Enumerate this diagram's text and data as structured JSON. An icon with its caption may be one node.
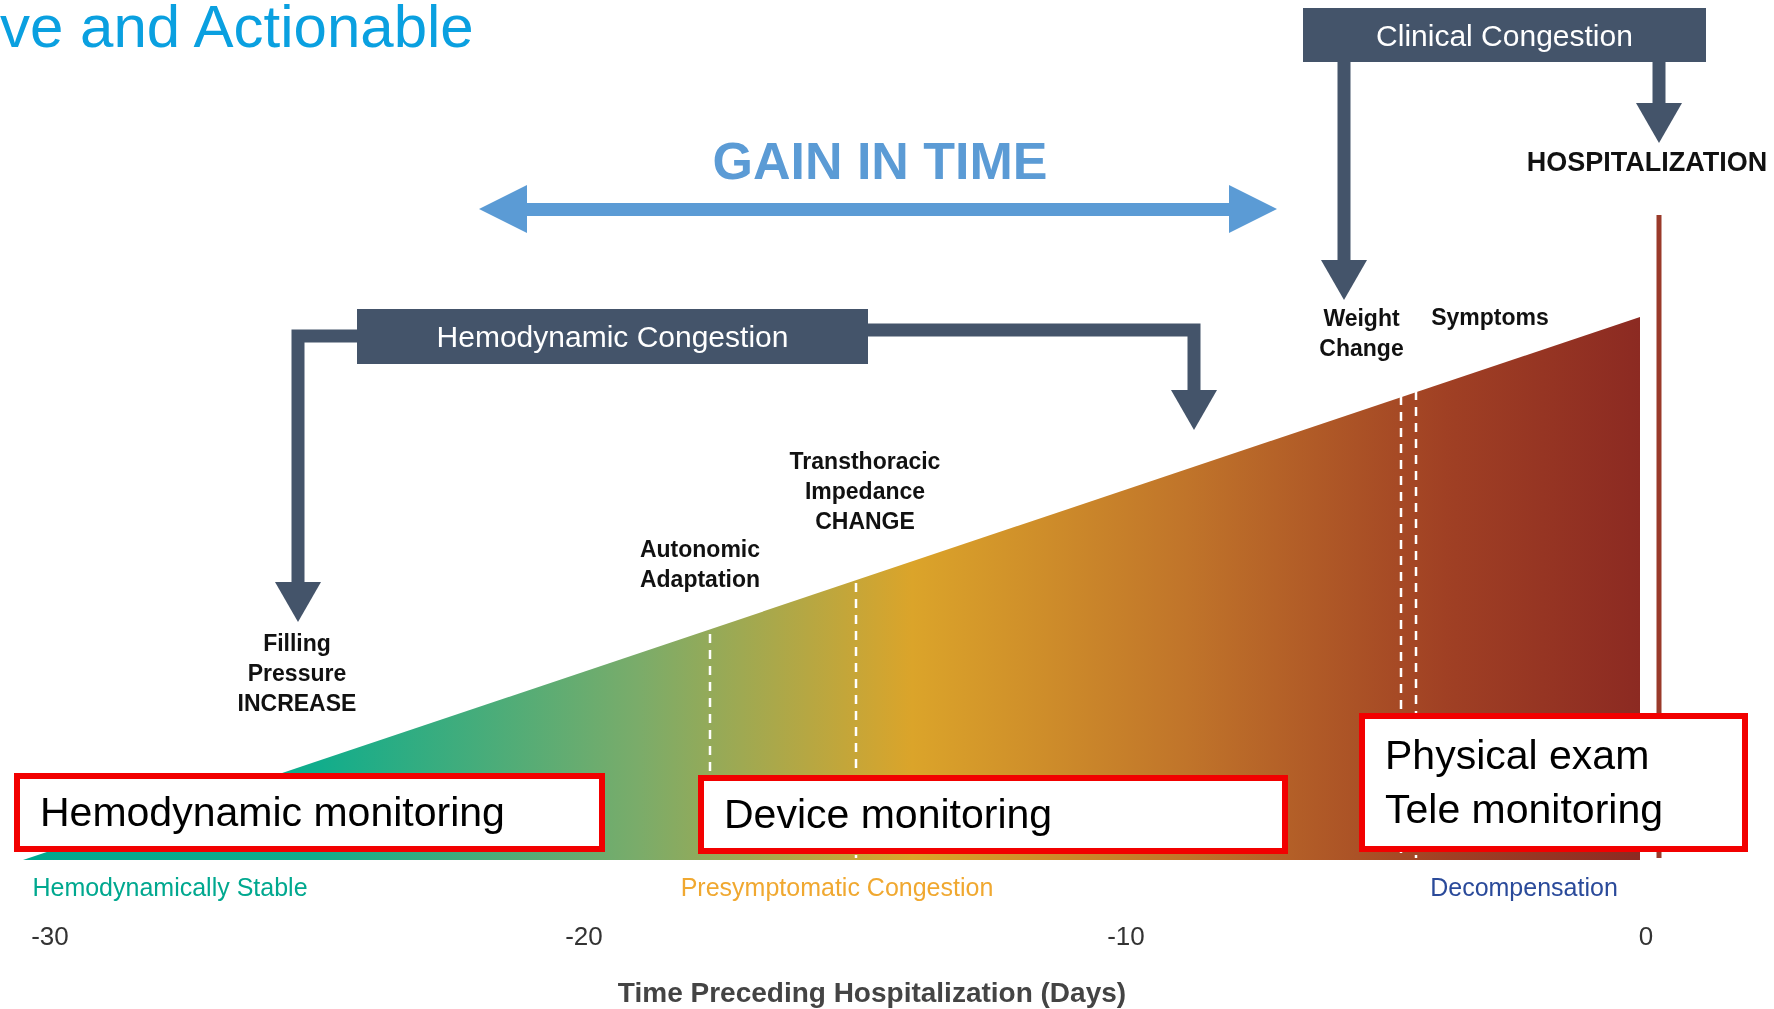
{
  "diagram": {
    "title": "ve and Actionable",
    "nodes": [
      {
        "text": [
          "Clinical Congestion"
        ]
      },
      {
        "text": [
          "HOSPITALIZATION"
        ]
      },
      {
        "text": [
          "Weight Change"
        ]
      },
      {
        "text": [
          "Hemodynamic Congestion"
        ]
      },
      {
        "text": [
          "Filling Pressure INCREASE"
        ]
      },
      {
        "text": [
          "Hemodynamic monitoring"
        ]
      },
      {
        "text": [
          "Device monitoring"
        ]
      },
      {
        "text": [
          "Physical exam",
          "Tele monitoring"
        ]
      }
    ],
    "edges": [
      {
        "from": 0,
        "to": 2,
        "arrow": "to"
      },
      {
        "from": 0,
        "to": 1,
        "arrow": "to"
      },
      {
        "from": 3,
        "to": 4,
        "arrow": "to"
      },
      {
        "from": 3,
        "to": null,
        "arrow": "to"
      }
    ],
    "labels": [
      "GAIN IN TIME",
      "Symptoms",
      "Transthoracic Impedance CHANGE",
      "Autonomic Adaptation",
      "Hemodynamically Stable",
      "Presymptomatic Congestion",
      "Decompensation",
      "-30",
      "-20",
      "-10",
      "0",
      "Time Preceding Hospitalization (Days)"
    ]
  }
}
